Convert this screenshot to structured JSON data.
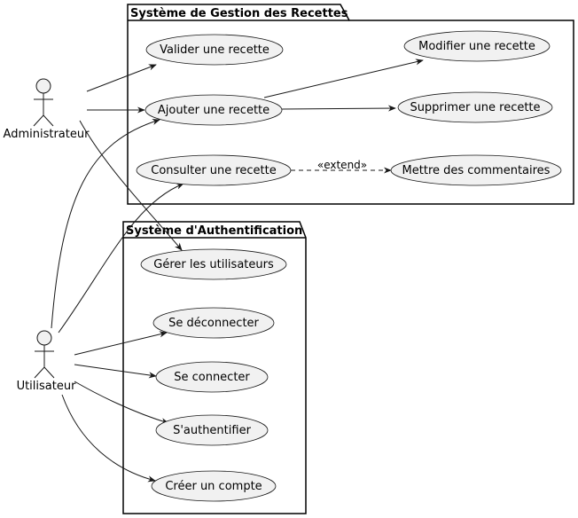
{
  "packages": {
    "recettes": {
      "title": "Système de Gestion des Recettes"
    },
    "auth": {
      "title": "Système d'Authentification"
    }
  },
  "actors": {
    "admin": {
      "label": "Administrateur"
    },
    "user": {
      "label": "Utilisateur"
    }
  },
  "usecases": {
    "valider": "Valider une recette",
    "ajouter": "Ajouter une recette",
    "consulter": "Consulter une recette",
    "modifier": "Modifier une recette",
    "supprimer": "Supprimer une recette",
    "commenter": "Mettre des commentaires",
    "gerer": "Gérer les utilisateurs",
    "deconnecter": "Se déconnecter",
    "connecter": "Se connecter",
    "authentifier": "S'authentifier",
    "creer": "Créer un compte"
  },
  "relations": {
    "extend_label": "«extend»"
  },
  "colors": {
    "usecase_fill": "#f1f1f1",
    "line": "#181818",
    "background": "#ffffff"
  }
}
